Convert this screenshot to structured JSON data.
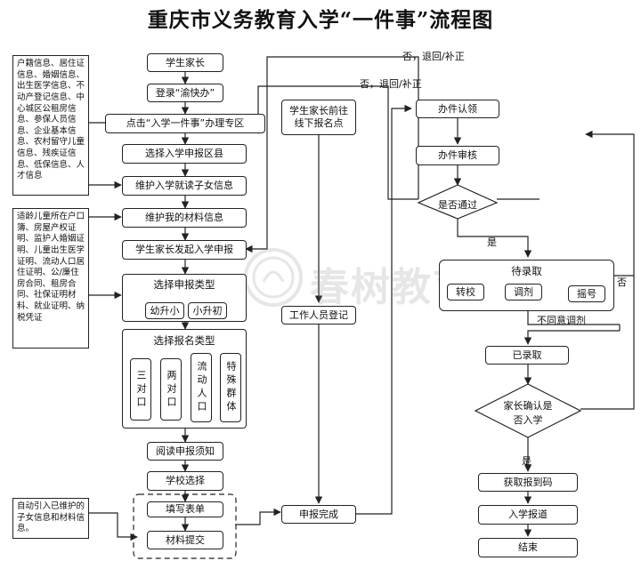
{
  "title": "重庆市义务教育入学“一件事”流程图",
  "notes": {
    "info_list": "户籍信息、居住证信息、婚姻信息、出生医学信息、不动产登记信息、中心城区公租房信息、参保人员信息、企业基本信息、农村留守儿童信息、残疾证信息、低保信息、人才信息",
    "materials_list": "适龄儿童所在户口簿、房屋产权证明、监护人婚姻证明、儿童出生医学证明、流动人口居住证明、公/廉住房合同、租房合同、社保证明材料、就业证明、纳税凭证",
    "auto_import": "自动引入已维护的子女信息和材料信息。"
  },
  "steps": {
    "parent": "学生家长",
    "login": "登录“渝快办”",
    "click_zone": "点击“入学一件事”办理专区",
    "select_district": "选择入学申报区县",
    "maintain_child": "维护入学就读子女信息",
    "maintain_materials": "维护我的材料信息",
    "start_apply": "学生家长发起入学申报",
    "apply_type": {
      "title": "选择申报类型",
      "options": [
        "幼升小",
        "小升初"
      ]
    },
    "enroll_type": {
      "title": "选择报名类型",
      "options": [
        "三对口",
        "两对口",
        "流动人口",
        "特殊群体"
      ]
    },
    "read_notice": "阅读申报须知",
    "choose_school": "学校选择",
    "fill_form": "填写表单",
    "submit_materials": "材料提交",
    "apply_done": "申报完成",
    "offline_parent": "学生家长前往线下报名点",
    "staff_register": "工作人员登记",
    "accept": "办件认领",
    "review": "办件审核",
    "pass_q": "是否通过",
    "pending": {
      "title": "待录取",
      "options": [
        "转校",
        "调剂",
        "摇号"
      ]
    },
    "admitted": "已录取",
    "confirm_q": "家长确认是否入学",
    "get_code": "获取报到码",
    "report": "入学报道",
    "end": "结束"
  },
  "labels": {
    "reject_1": "否，退回/补正",
    "reject_2": "否，退回/补正",
    "yes_1": "是",
    "yes_2": "是",
    "no_1": "否",
    "disagree": "不同意调剂"
  },
  "watermark": "春树教育"
}
